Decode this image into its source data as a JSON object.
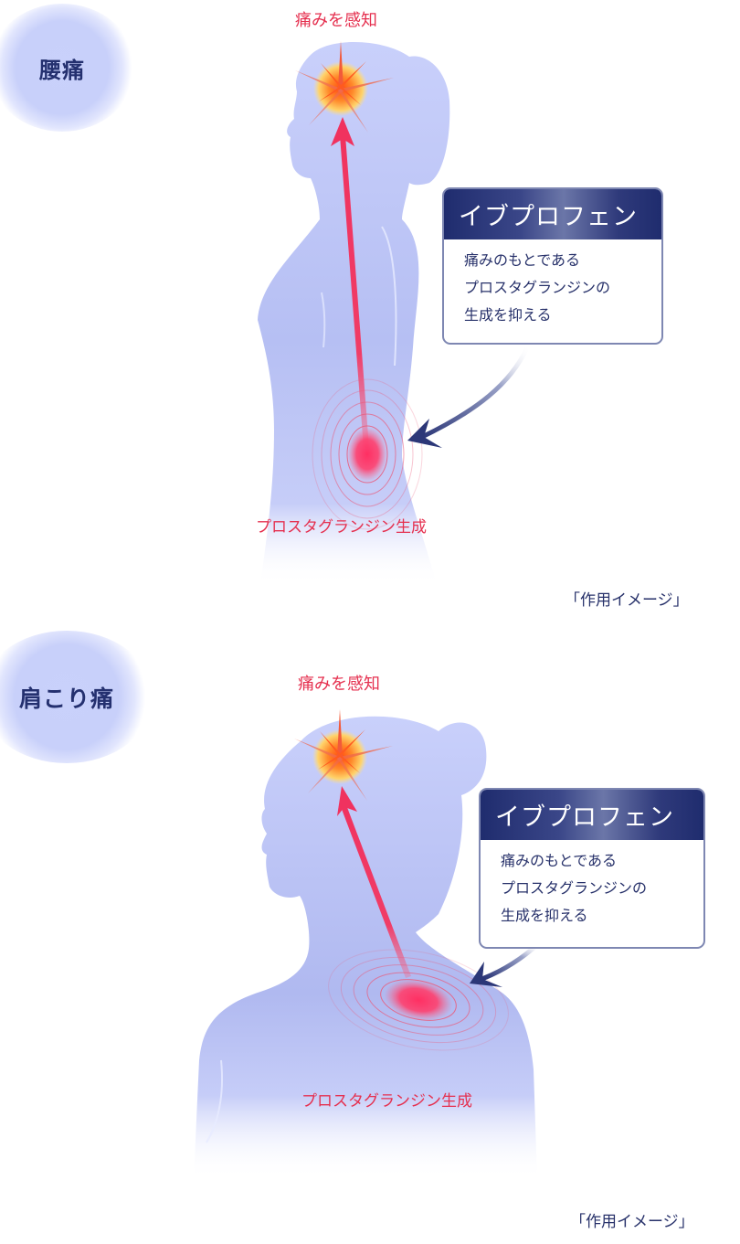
{
  "colors": {
    "silhouette": "#c3cbf8",
    "pain_red": "#e5304f",
    "navy": "#24306f",
    "callout_border": "#7e87b2",
    "burst_orange": "#ff5a1f",
    "burst_yellow": "#ffd36a"
  },
  "panels": [
    {
      "title": "腰痛",
      "pain_perception_label": "痛みを感知",
      "prostaglandin_label": "プロスタグランジン生成",
      "callout": {
        "heading": "イブプロフェン",
        "lines": [
          "痛みのもとである",
          "プロスタグランジンの",
          "生成を抑える"
        ]
      },
      "caption": "「作用イメージ」",
      "icons": [
        "pain-burst-icon",
        "signal-arrow-icon",
        "pain-source-rings-icon",
        "inhibit-arrow-icon"
      ]
    },
    {
      "title": "肩こり痛",
      "pain_perception_label": "痛みを感知",
      "prostaglandin_label": "プロスタグランジン生成",
      "callout": {
        "heading": "イブプロフェン",
        "lines": [
          "痛みのもとである",
          "プロスタグランジンの",
          "生成を抑える"
        ]
      },
      "caption": "「作用イメージ」",
      "icons": [
        "pain-burst-icon",
        "signal-arrow-icon",
        "pain-source-rings-icon",
        "inhibit-arrow-icon"
      ]
    }
  ]
}
